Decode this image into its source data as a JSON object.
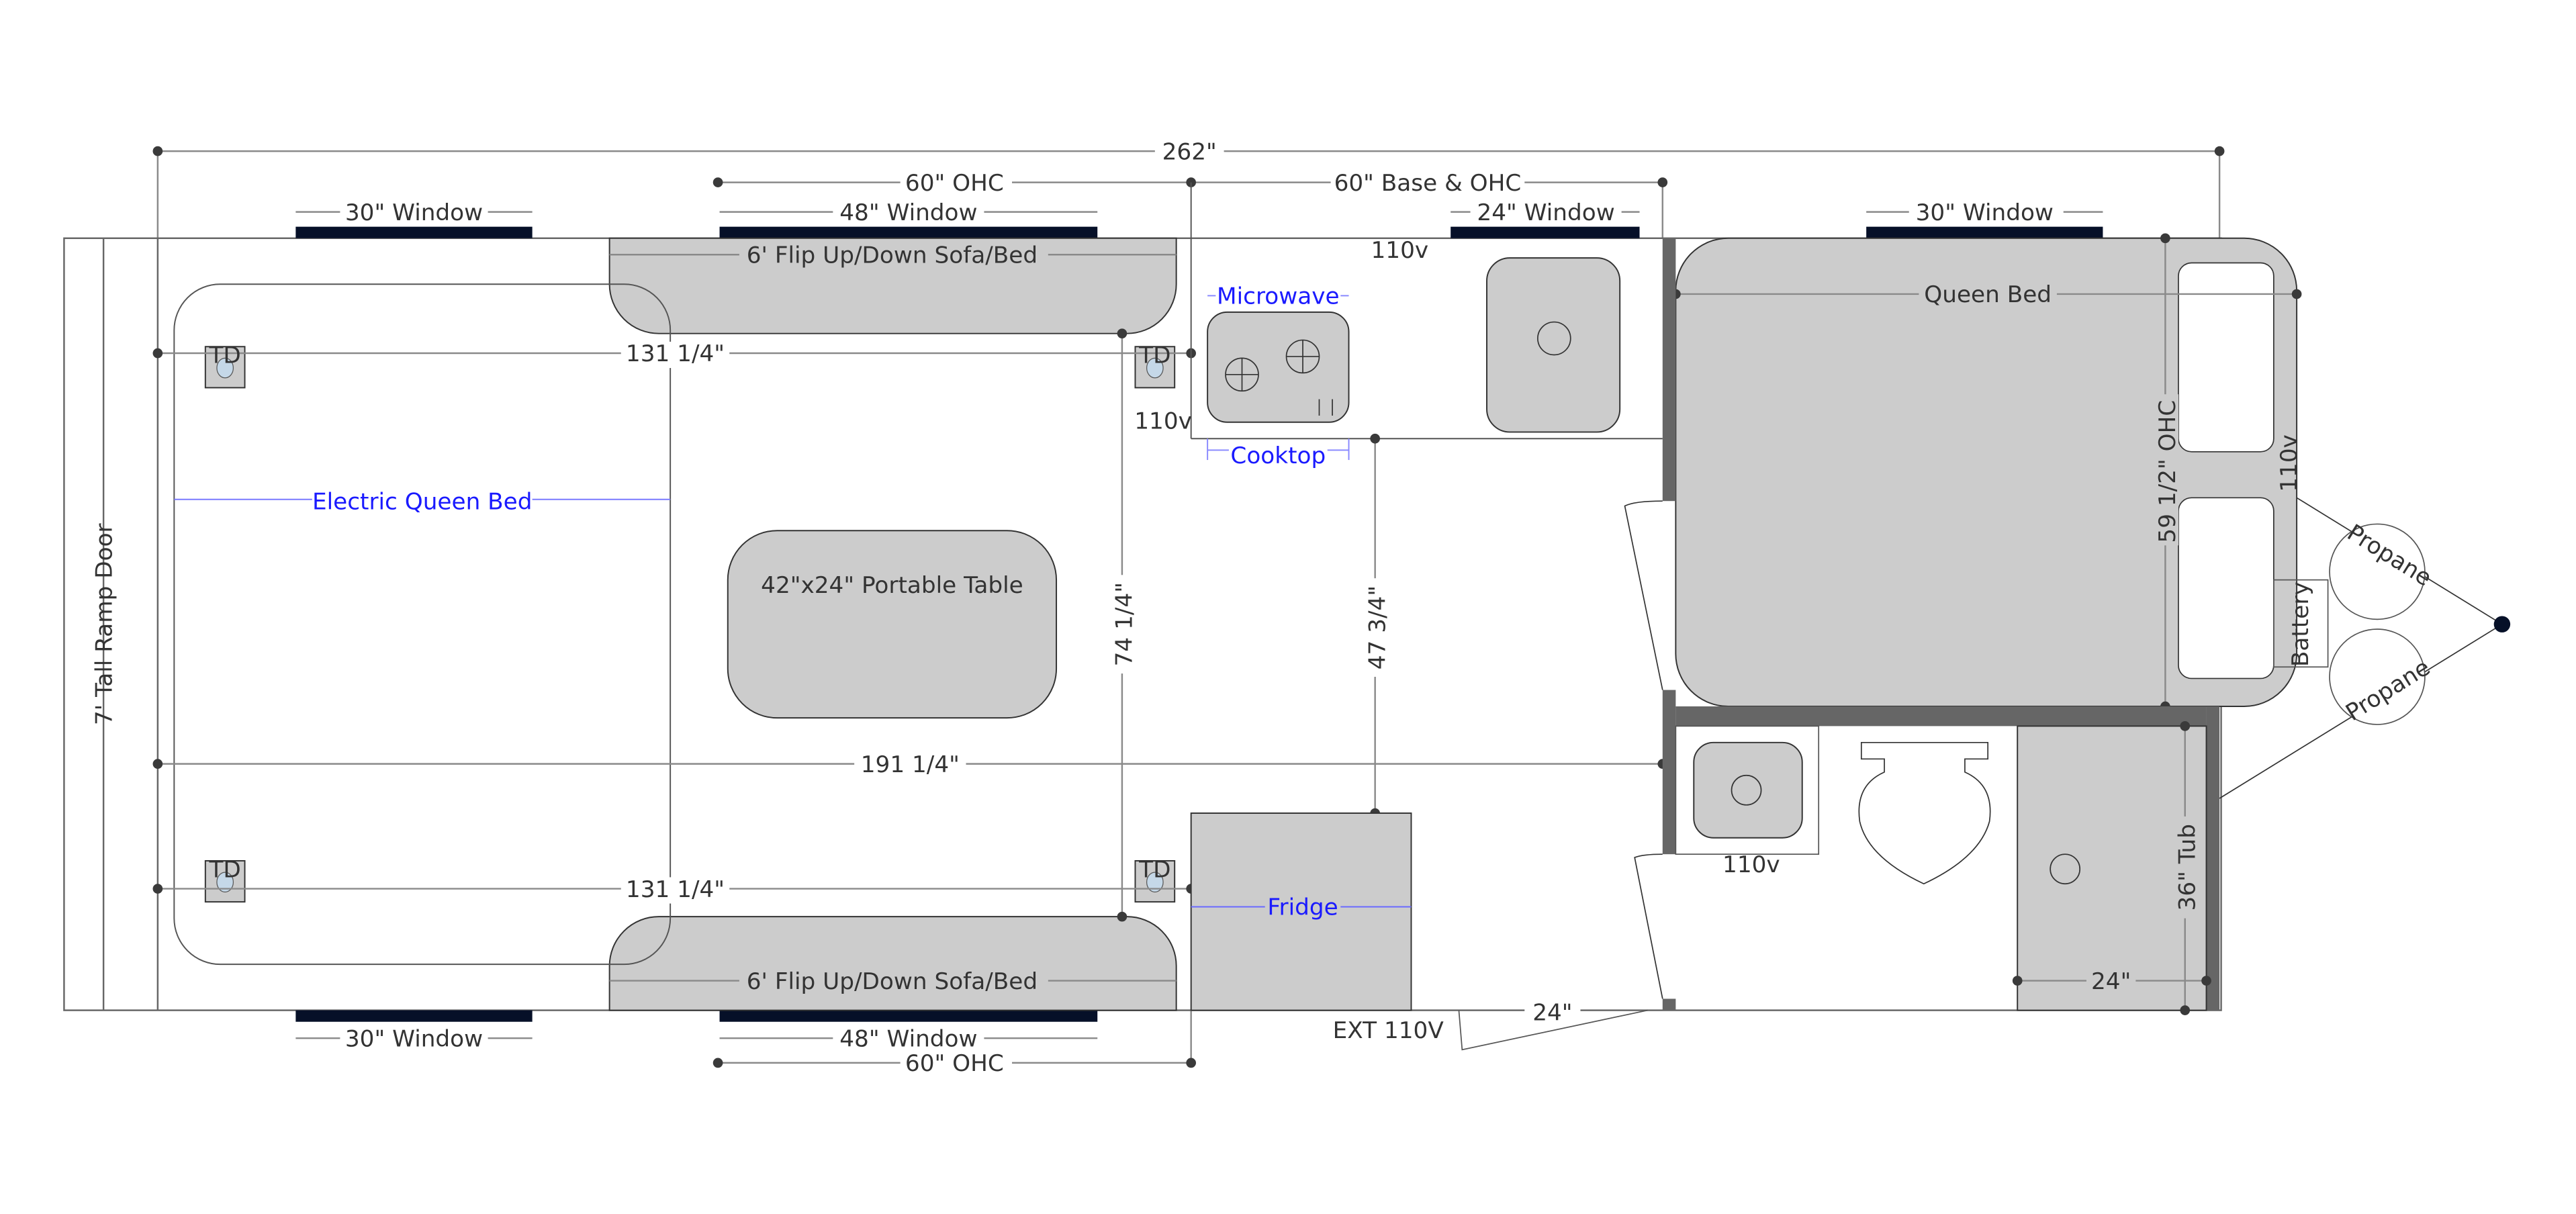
{
  "title": "Trailer Floor Plan",
  "dimensions": {
    "overall_length": "262\"",
    "top_ohc": "60\" OHC",
    "base_ohc": "60\" Base & OHC",
    "bottom_ohc": "60\" OHC",
    "td_span_top": "131 1/4\"",
    "td_span_bottom": "131 1/4\"",
    "interior_length": "191 1/4\"",
    "width_74": "74 1/4\"",
    "width_47": "47 3/4\"",
    "queen_ohc": "59 1/2\" OHC",
    "tub_length": "36\" Tub",
    "tub_width": "24\"",
    "door_width": "24\""
  },
  "windows": {
    "top_left": "30\" Window",
    "top_mid": "48\" Window",
    "top_kitchen": "24\" Window",
    "top_right": "30\" Window",
    "bottom_left": "30\" Window",
    "bottom_mid": "48\" Window"
  },
  "labels": {
    "ramp_door": "7' Tall Ramp Door",
    "sofa_top": "6' Flip Up/Down Sofa/Bed",
    "sofa_bottom": "6' Flip Up/Down Sofa/Bed",
    "electric_bed": "Electric Queen Bed",
    "table": "42\"x24\" Portable Table",
    "microwave": "Microwave",
    "cooktop": "Cooktop",
    "fridge": "Fridge",
    "queen_bed": "Queen Bed",
    "battery": "Battery",
    "propane_1": "Propane",
    "propane_2": "Propane",
    "td": "TD",
    "outlet_kitchen_top": "110v",
    "outlet_kitchen_side": "110v",
    "outlet_bath": "110v",
    "outlet_bed": "110v",
    "ext_outlet": "EXT 110V"
  },
  "colors": {
    "window": "#061028",
    "wall": "#666666",
    "furniture": "#cccccc",
    "blue_label": "#1a1aff"
  }
}
